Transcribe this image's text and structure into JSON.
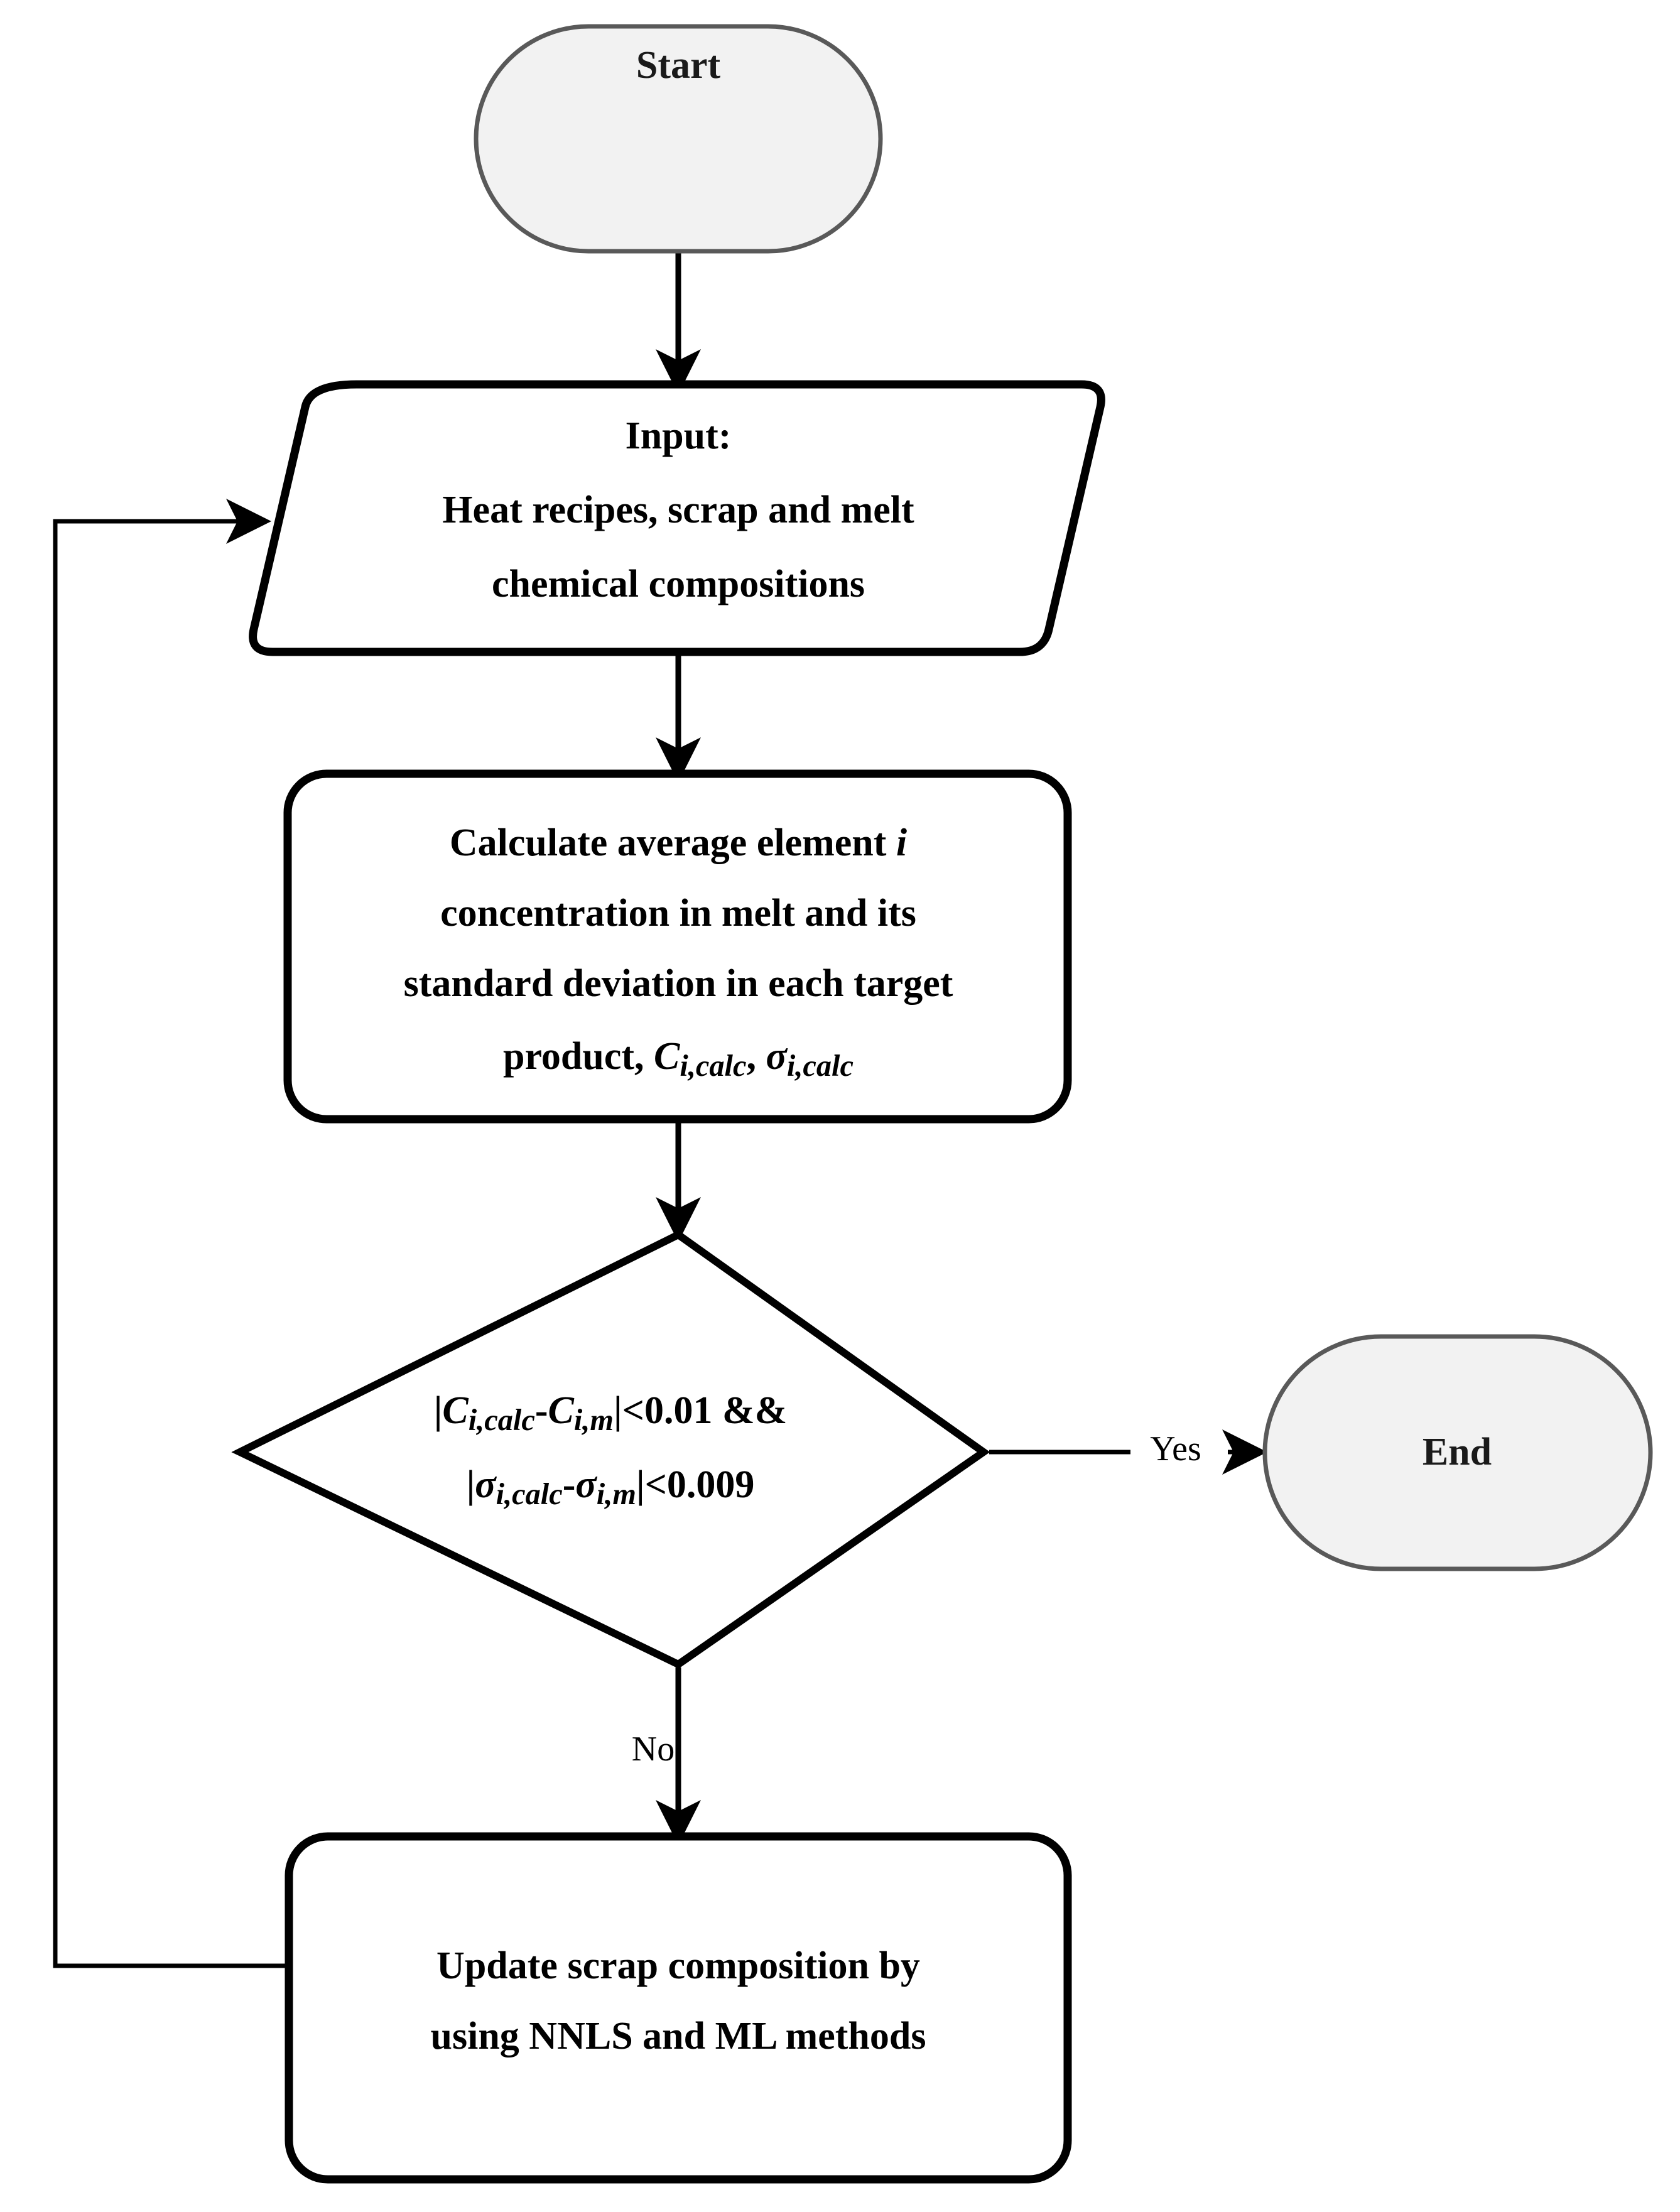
{
  "diagram": {
    "title": "Iterative scrap composition estimation flowchart",
    "colors": {
      "terminator_fill": "#f2f2f2",
      "terminator_stroke": "#595959",
      "process_fill": "#ffffff",
      "process_stroke": "#000000",
      "connector": "#000000",
      "background": "#ffffff"
    }
  },
  "nodes": {
    "start": {
      "type": "terminator",
      "label": "Start"
    },
    "input": {
      "type": "input-output",
      "line1": "Input:",
      "line2": "Heat recipes, scrap and melt",
      "line3": "chemical compositions"
    },
    "calculate": {
      "type": "process",
      "line1": "Calculate average element",
      "line1_italic": "i",
      "line2": "concentration in melt and its",
      "line3": "standard deviation in each target",
      "line4_prefix": "product, ",
      "line4_sym1": "C",
      "line4_sub1": "i,calc",
      "line4_comma": ", ",
      "line4_sym2": "σ",
      "line4_sub2": "i,calc"
    },
    "decision": {
      "type": "decision",
      "line1_open": "|",
      "line1_sym1": "C",
      "line1_sub1": "i,calc",
      "line1_minus": "-",
      "line1_sym2": "C",
      "line1_sub2": "i,m",
      "line1_close": "|<0.01 &&",
      "line2_open": "|",
      "line2_sym1": "σ",
      "line2_sub1": "i,calc",
      "line2_minus": "-",
      "line2_sym2": "σ",
      "line2_sub2": "i,m",
      "line2_close": "|<0.009"
    },
    "end": {
      "type": "terminator",
      "label": "End"
    },
    "update": {
      "type": "process",
      "line1": "Update scrap composition by",
      "line2": "using NNLS and ML methods"
    }
  },
  "edges": {
    "start_to_input": {
      "label": ""
    },
    "input_to_calculate": {
      "label": ""
    },
    "calculate_to_decision": {
      "label": ""
    },
    "decision_to_end": {
      "label": "Yes"
    },
    "decision_to_update": {
      "label": "No"
    },
    "update_to_input": {
      "label": ""
    }
  }
}
